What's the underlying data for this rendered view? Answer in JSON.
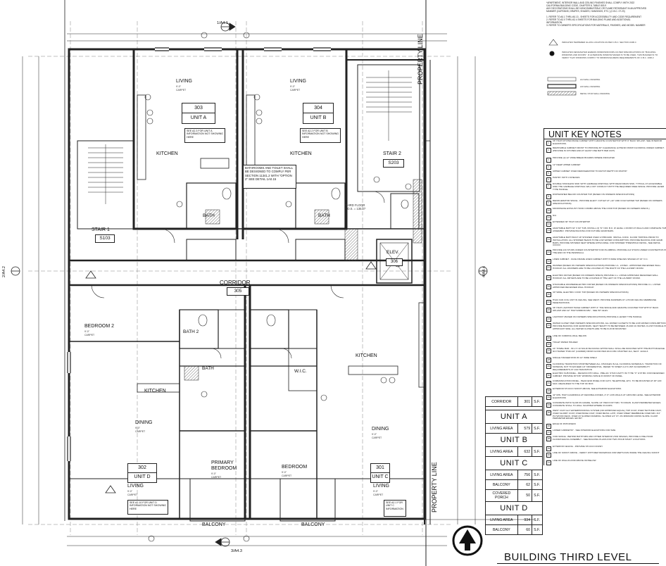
{
  "top_notes": [
    "*APARTMENT, INTERIOR WALL AND CEILING FINISHES SHALL COMPLY WITH 2022",
    "CALIFORNIA BUILDING CODE, CHAPTER 8, TABLE 803.9",
    "ANY DECORATIONS SHALL BE NONCOMBUSTIBLE OR FLAME RETARDANT IN AN APPROVED",
    "MANNER (CURTAINS, DRAPES, SHADES, HANGINGS, ETC.) (C.B.C. 07.23)",
    "1. REFER TO A0.1 THRU A0.13 - SHEETS FOR ACCESSIBILITY AND CODE REQUIREMENT",
    "2. REFER TO A2.0 THRU A2.4 SHEETS FOR BUILDING PLANS AND ADDITIONAL",
    "   INFORMATION.",
    "3. REFER TO OWNER'S SPECIFICATIONS FOR MATERIALS, FINISHES, AND MODEL NUMBER"
  ],
  "legend": [
    "INDICATES TEMPERED GLASS LOCATION AS PER C.B.C. SECTION 2406.4",
    "INDICATES DESIGNATED EGRESS WINDOW/DOORS AS PER SPECIFICATIONS OF \"BUILDING",
    "WINDOWS AND DOORS\". IF ALTERNATE WINDOW MAKER IS TO BE USED, THIS BUILDER IS TO",
    "VERIFY THAT WINDOWS COMPLY TO MINIMUM EGRESS REQUIREMENTS OF C.B.C. 1030.2",
    "2x4 WALL FRAMING",
    "2x6 WALL FRAMING",
    "METAL STUD WALL FRAMING"
  ],
  "unit_key_notes": {
    "title": "UNIT KEY NOTES",
    "items": [
      {
        "n": "1",
        "t": "36\" HIGH KITCHEN BASE CABINET WITH GRANITE COUNTERTOP WITH 6\" BACK SPLASH. SEE INTERIOR ELEVATIONS."
      },
      {
        "n": "2",
        "t": "REMOVABLE CABINET FRONT TO PROVIDE 30\" CLEARANCE. EXTEND FINISH FLOORING UNDER CABINET. (PROVIDE IN KITCHEN AND AT LEAST ONE BATH PER UNIT)"
      },
      {
        "n": "3",
        "t": "PROVIDE (2) 12\" WIDE BREAD BOARDS WHERE INDICATED"
      },
      {
        "n": "4",
        "t": "12\" DEEP UPPER CABINET"
      },
      {
        "n": "5",
        "t": "UPPER CABINET OVER REFRIGERATOR TO MATCH DEPTH OF PANTRY"
      },
      {
        "n": "6",
        "t": "PANTRY WITH 4 SHELVES"
      },
      {
        "n": "7",
        "t": "DOUBLE STAINLESS SINK WITH GARBAGE DISPOSAL WITH REAR DRAIN SINK, TYPICAL AT ACCESSIBLE SINK THE GARBAGE DISPOSAL WILL NOT CONFLICT WITH THE REQUIRED KNEE SPACE. PROVIDE LEVER TYPE HANDLE."
      },
      {
        "n": "8",
        "t": "DISHWASHER BELOW COUNTER TOP (BASED ON OWNERS SPECIFICATIONS)"
      },
      {
        "n": "9",
        "t": "REFRIGERATOR SPACE - PROVIDE ELECT. OUTLET AT +42\" AND COLD WATER TAP (BASED ON OWNERS SPECIFICATIONS)"
      },
      {
        "n": "10",
        "t": "MICROWAVE EXHAUST HOOD COMBO ABOVE THE COOKTOP (BASED ON OWNERS SPECS.)"
      },
      {
        "n": "11",
        "t": "N/A"
      },
      {
        "n": "12",
        "t": "EXTENDED 36\" HIGH COUNTERTOP"
      },
      {
        "n": "13",
        "t": "ADAPTABLE BATH 32\" X 60\" TUB, INSTALL (3) \"D\" OFF. B.O. W LEVEL 1 FINISH AT WALLS AND COMPLETE TUB ASSEMBLY. PROVIDE BACKING FOR FUTURE GRAB BARS."
      },
      {
        "n": "14",
        "t": "ADAPTABLE BATH BUILT UP SHOWER OVER GYPBOARD. INSTALL CONC. FLOOR TOPPING PRIOR TO INSTALLATION. ALL SHOWER HEADS TO BE LOW WATER CONSUMPTION. PROVIDE BACKING FOR GRAB BARS. PROVIDE SHOWER SEAT WHERE APPLICABLE. FOR SHOWER THRESHOLD DETAIL, SEE DETAIL XX/XXX"
      },
      {
        "n": "15",
        "t": "PROVIDE 2x6 STUDS UNDER COUNTERTOP FOR PLUMBING. PROVIDE 2x4 STUDS UNDER COUNTERTOP AT THE END OF THE PENINSULA."
      },
      {
        "n": "16",
        "t": "LINEN CABINET - FACE FRAME LINEN CABINET WITH 5 WIDE SHELVES SPACED AT 16\" O.C."
      },
      {
        "n": "17",
        "t": "WASHER (BASED ON OWNERS SPECIFICATIONS) PROVIDE U.L. LISTED - APPROVED RECESSED WALL HOOKUP. ALL WASHERS ARE TO BE LOCATED AT THE RIGHT OF THE LAUNDRY ROOM."
      },
      {
        "n": "18",
        "t": "ELECTRIC DRYER (BASED ON OWNERS SPECS) PROVIDE U.L. LISTED APPROVED RECESSED WALL HOOKUP. ALL DRYERS ARE TO BE LOCATED AT THE LEFT OF THE LAUNDRY ROOM."
      },
      {
        "n": "19",
        "t": "STACKABLE WASHER/ELECTRIC DRYER (BASED ON OWNERS SPECIFICATIONS) PROVIDE U.L. LISTED APPROVED RECESSED WALL HOOKUP."
      },
      {
        "n": "20",
        "t": "30\" WIDE, ELECTRIC COOK TOP (BASED ON OWNERS SPECIFICATIONS)"
      },
      {
        "n": "21",
        "t": "HVAC FAN COIL UNIT IN CEILING, SEE MECH. PROVIDE DAMPERS AT 1-HOUR CEILING MEMBRANE PENETRATIONS"
      },
      {
        "n": "22",
        "t": "36\" HIGH LAVATORY BASE CABINET WITH 4\" TOE SPACE AND GRANITE COUNTER TOP WITH 6\" BACK SPLASH AND 42\" HIGH MIRROR ABV. - SEE INT. ELEV."
      },
      {
        "n": "23",
        "t": "LAVATORY (BASED ON OWNERS SPECIFICATIONS) PROVIDE A LEVER TYPE HANDLE"
      },
      {
        "n": "24",
        "t": "WATER CLOSET PER OWNER'S SPECIFICATIONS, ALL WATER CLOSETS TO BE LOW WATER CONSUMPTION. PROVIDE BACKING FOR GRAB BARS. SEAT HEIGHT TO BE BETWEEN 15 AND 19 INCHES. FLUSH HANDLE AT APPROACH SIDE. ALL WATER CLOSETS ARE TO BE FLOOR MOUNTED"
      },
      {
        "n": "25",
        "t": "LINE OF FURRING WALL BELOW"
      },
      {
        "n": "26",
        "t": "TOILET PAPER HOLDER"
      },
      {
        "n": "27",
        "t": "24\" TOWEL BAR - W/ 2 X 10 SOLID BLOCKING WITHIN WALL SHALL BE MOUNTED WITH THE BOTTOM EDGE NO HIGHER THAN 40\" (1016MM) FROM FLOOR PER 2013 CBC CHAPTER 11A, SECT. 1134A.6"
      },
      {
        "n": "28",
        "t": "SINGLE HANGER ROD W/ 14\" WIDE SHELF"
      },
      {
        "n": "29",
        "t": "FLOORING TRANSITION STRIP BETWEEN ALL CHANGES IN ALL FLOORING MATERIALS. TRANSITION OF MATERIAL NOT TO EXCEED 1/2\" DIFFERENTIAL. REFER TO SHEET A-0.5 UNIT ACCESSIBILITY REQUIREMENTS AT 1/A0 TRANSITION"
      },
      {
        "n": "30",
        "t": "ELECTRIC SUB PANEL - RECESS INTO WALL. PRE-AD. STUD CAVITY W/ TYPE \"X\" GYP BD. FOR RECESSED CABINET. PROVIDE 30\"X36\" WORKING SPACE IN FRONT OF PANEL."
      },
      {
        "n": "31",
        "t": "COMMUNICATION PANEL - HEAD END PANEL FOR CATV, TELEPHONE, ETC. TO BE MOUNTED AT 48\" AFF MAX. MEASURED TO THE TOP OF BOX."
      },
      {
        "n": "32",
        "t": "EXTERIOR STUCCO SOFFIT ABOVE. SEE EXTERIOR ELEVATIONS"
      },
      {
        "n": "33",
        "t": "42\" MIN. HIGH GUARDRAIL AT DECK/BALCONIES, 4\"-6\" LOW WALLS AT GROUND LEVEL. SEE EXTERIOR ELEVATIONS"
      },
      {
        "n": "34",
        "t": "CONCRETE PATIO SLAB ON GRADE, SLOPE 1/4\" PER FOOT MIN. TO DRAIN. FLASH PERIMETER EDGES. CONCRETE SHALL TO WALL SCUPPER WHERE OCCURS."
      },
      {
        "n": "35",
        "t": "WEST COAT ALX WATERPROOFING SYSTEM (OR APPROVED EQUAL) TOP COAT, OVER TEXTURE COAT, OVER SLURRY COAT, OVER BASE COAT, OVER METAL LATH, OVER SHEET MEMBRANE OVER MIN. 3/4\" PLYWOOD DECK, OVER 2X SLOPED FRAMING. SLOPED 1/4\" FT. 2% MINIMUM CROSS SLOPE. FLASH PERIMETER EDGES. ER-507"
      },
      {
        "n": "36",
        "t": "EDGE OF PATIO/DECK"
      },
      {
        "n": "37",
        "t": "LOWER CABINETRY - SEE INTERIOR ELEVATIONS FOR SIZE"
      },
      {
        "n": "38",
        "t": "VOID SPACE - BEHIND BATHTUBS AND OTHER INTERIOR VOID SPACES, PROVIDE A ONE-HOUR FLOOR/CEILING ASSEMBLY - SEE BUILDING PLANS FOR TWO-HOUR SHAFT LOCATIONS"
      },
      {
        "n": "39",
        "t": "EXTERIOR CEILING - PROVIDE STUCCO FINISH"
      },
      {
        "n": "40",
        "t": "LINE OF SOFFIT ABOVE - VERIFY WITH MEP DRAWINGS FOR MEP'S RUN INSIDE THE CEILING SOFFIT"
      },
      {
        "n": "41",
        "t": "LINE OF WALL/FLOOR ABOVE OR BELOW"
      }
    ]
  },
  "area_table": {
    "corridor": {
      "label": "CORRIDOR",
      "value": "301",
      "unit": "S.F."
    },
    "units": [
      {
        "name": "UNIT A",
        "rows": [
          {
            "label": "LIVING AREA",
            "value": "579",
            "unit": "S.F."
          }
        ]
      },
      {
        "name": "UNIT B",
        "rows": [
          {
            "label": "LIVING AREA",
            "value": "632",
            "unit": "S.F."
          }
        ]
      },
      {
        "name": "UNIT C",
        "rows": [
          {
            "label": "LIVING AREA",
            "value": "756",
            "unit": "S.F."
          },
          {
            "label": "BALCONY",
            "value": "62",
            "unit": "S.F."
          },
          {
            "label": "COVERED PORCH",
            "value": "50",
            "unit": "S.F."
          }
        ]
      },
      {
        "name": "UNIT D",
        "rows": [
          {
            "label": "LIVING AREA",
            "value": "934",
            "unit": "S.F."
          },
          {
            "label": "BALCONY",
            "value": "60",
            "unit": "S.F."
          }
        ]
      }
    ]
  },
  "drawing_title": "BUILDING THIRD LEVEL",
  "plan": {
    "rooms": {
      "living_a": "LIVING",
      "living_b": "LIVING",
      "kitchen_a": "KITCHEN",
      "kitchen_b": "KITCHEN",
      "bath_a": "BATH",
      "bath_b": "BATH",
      "corridor": "CORRIDOR",
      "bedroom2": "BEDROOM 2",
      "bath2": "BATH 2",
      "bath_d": "BATH",
      "wic": "W.I.C.",
      "kitchen_c": "KITCHEN",
      "kitchen_d": "KITCHEN",
      "dining_d": "DINING",
      "dining_c": "DINING",
      "primary_bedroom": "PRIMARY\nBEDROOM",
      "bedroom_c": "BEDROOM",
      "living_d": "LIVING",
      "living_c": "LIVING",
      "balcony_d": "BALCONY",
      "balcony_c": "BALCONY",
      "elev": "ELEV.",
      "third_floor": "THIRD FLOOR",
      "third_floor_elev": "T.O.S. = 135.27"
    },
    "sub": {
      "ceiling": "9'-0\"",
      "carpet": "CARPET"
    },
    "tags": {
      "unit303_num": "303",
      "unit303_name": "UNIT A",
      "unit304_num": "304",
      "unit304_name": "UNIT B",
      "stair2_name": "STAIR 2",
      "stair2_num": "S203",
      "stair1_name": "STAIR 1",
      "stair1_num": "S103",
      "corridor_num": "305",
      "elev_num": "306",
      "unit302_num": "302",
      "unit302_name": "UNIT D",
      "unit301_num": "301",
      "unit301_name": "UNIT C"
    },
    "notes": {
      "unit_a_ref": "SEE A2.3 FOR UNIT A INFORMATION NOT SHOWING HERE",
      "unit_b_ref": "SEE A2.2 FOR UNIT B INFORMATION NOT SHOWING HERE",
      "bath_code": "BATHROOMS AND TOILET SHALL BE DESIGNED TO COMPLY PER SECTION 11341.2 WITH \"OPTION 2\" SEE DETAIL 1A0.15",
      "unit_d_ref": "SEE A2.10 FOR UNIT D INFORMATION NOT SHOWING HERE",
      "unit_c_ref": "SEE A2.1 FOR UNIT C INFORMATION"
    },
    "section_marks": {
      "top": "1/A4.1",
      "bottom": "3/A4.3",
      "left": "2/A4.2",
      "right": "4/A4.4"
    },
    "property_line": "PROPERTY LINE"
  }
}
